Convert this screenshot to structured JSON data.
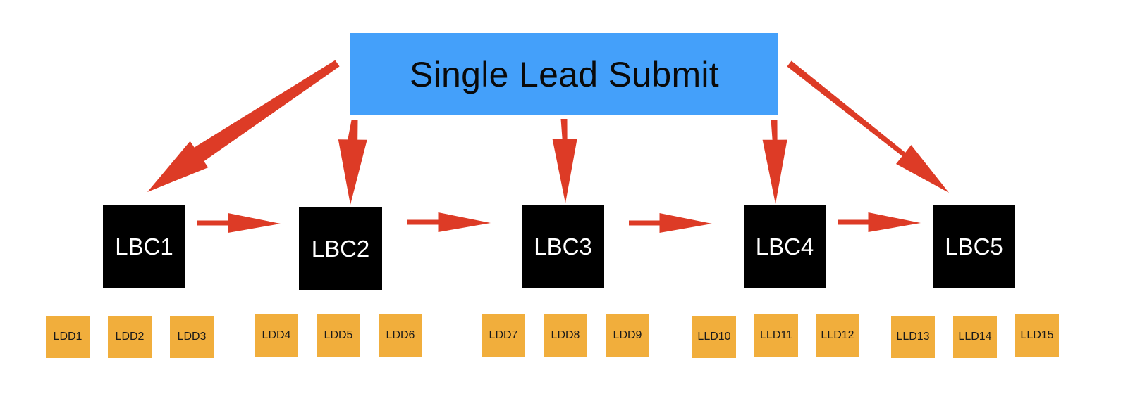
{
  "colors": {
    "head_fill": "#44a0fa",
    "lbc_fill": "#000000",
    "ldd_fill": "#f1ae3c",
    "arrow": "#dd3b26"
  },
  "head": {
    "label": "Single Lead Submit"
  },
  "lbc": [
    {
      "label": "LBC1"
    },
    {
      "label": "LBC2"
    },
    {
      "label": "LBC3"
    },
    {
      "label": "LBC4"
    },
    {
      "label": "LBC5"
    }
  ],
  "ldd": [
    {
      "label": "LDD1"
    },
    {
      "label": "LDD2"
    },
    {
      "label": "LDD3"
    },
    {
      "label": "LDD4"
    },
    {
      "label": "LDD5"
    },
    {
      "label": "LDD6"
    },
    {
      "label": "LDD7"
    },
    {
      "label": "LDD8"
    },
    {
      "label": "LDD9"
    },
    {
      "label": "LLD10"
    },
    {
      "label": "LLD11"
    },
    {
      "label": "LLD12"
    },
    {
      "label": "LLD13"
    },
    {
      "label": "LLD14"
    },
    {
      "label": "LLD15"
    }
  ],
  "edges": [
    {
      "from": "head",
      "to": "LBC1"
    },
    {
      "from": "head",
      "to": "LBC2"
    },
    {
      "from": "head",
      "to": "LBC3"
    },
    {
      "from": "head",
      "to": "LBC4"
    },
    {
      "from": "head",
      "to": "LBC5"
    },
    {
      "from": "LBC1",
      "to": "LBC2"
    },
    {
      "from": "LBC2",
      "to": "LBC3"
    },
    {
      "from": "LBC3",
      "to": "LBC4"
    },
    {
      "from": "LBC4",
      "to": "LBC5"
    }
  ]
}
